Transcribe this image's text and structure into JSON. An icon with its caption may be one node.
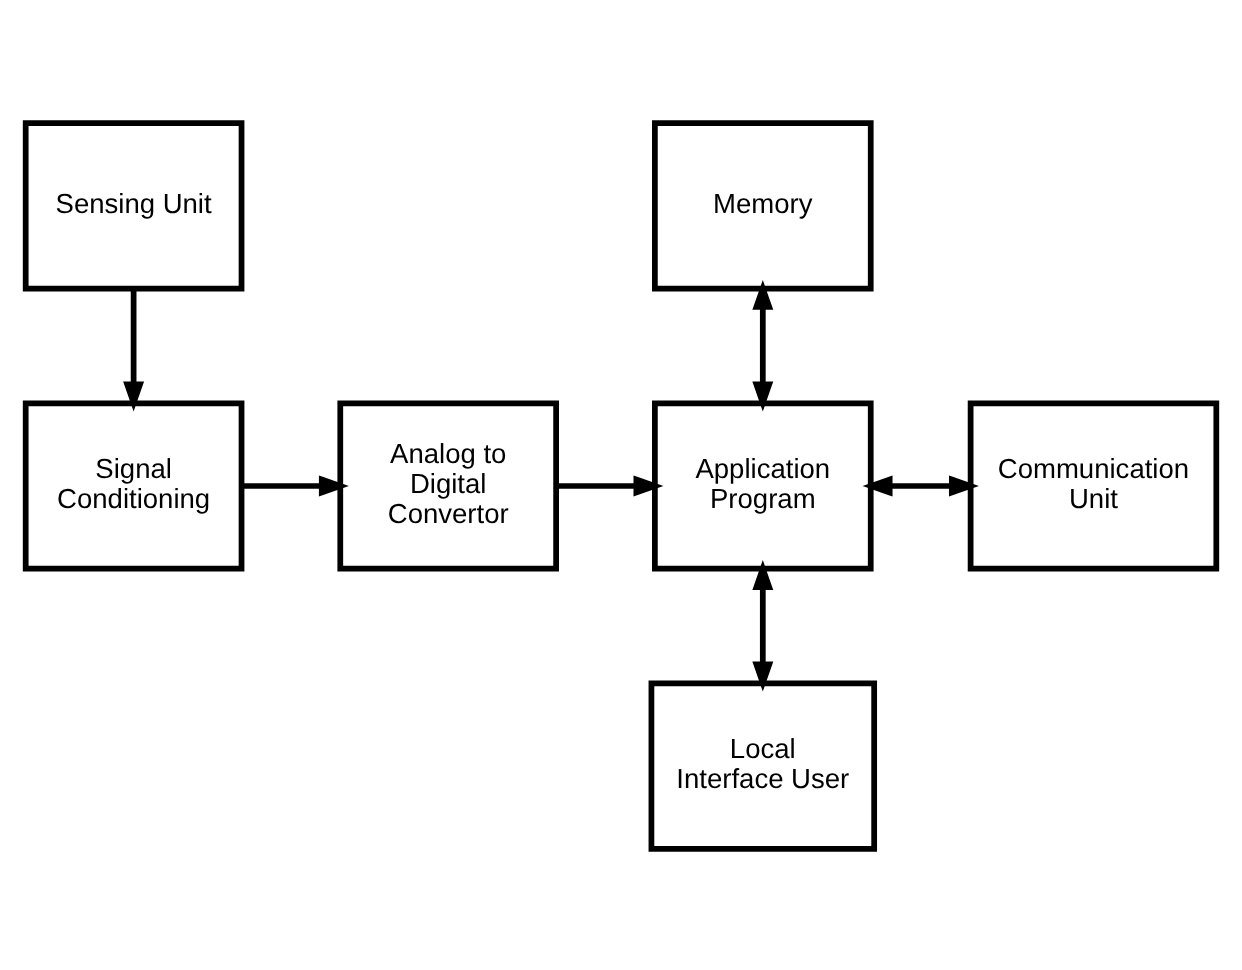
{
  "diagram": {
    "nodes": [
      {
        "text": [
          "Memory"
        ]
      },
      {
        "text": [
          "Sensing Unit"
        ]
      },
      {
        "text": [
          "Communication Unit"
        ]
      },
      {
        "text": [
          "Application Program"
        ]
      },
      {
        "text": [
          "Analog to Digital Convertor"
        ]
      },
      {
        "text": [
          "Signal Conditioning"
        ]
      },
      {
        "text": [
          "Local Interface User"
        ]
      }
    ],
    "edges": [
      {
        "from": 0,
        "to": 3,
        "arrow": "both"
      },
      {
        "from": 1,
        "to": 5,
        "arrow": "to"
      },
      {
        "from": 3,
        "to": 2,
        "arrow": "both"
      },
      {
        "from": 4,
        "to": 3,
        "arrow": "to"
      },
      {
        "from": 5,
        "to": 4,
        "arrow": "to"
      },
      {
        "from": 3,
        "to": 6,
        "arrow": "both"
      }
    ]
  }
}
